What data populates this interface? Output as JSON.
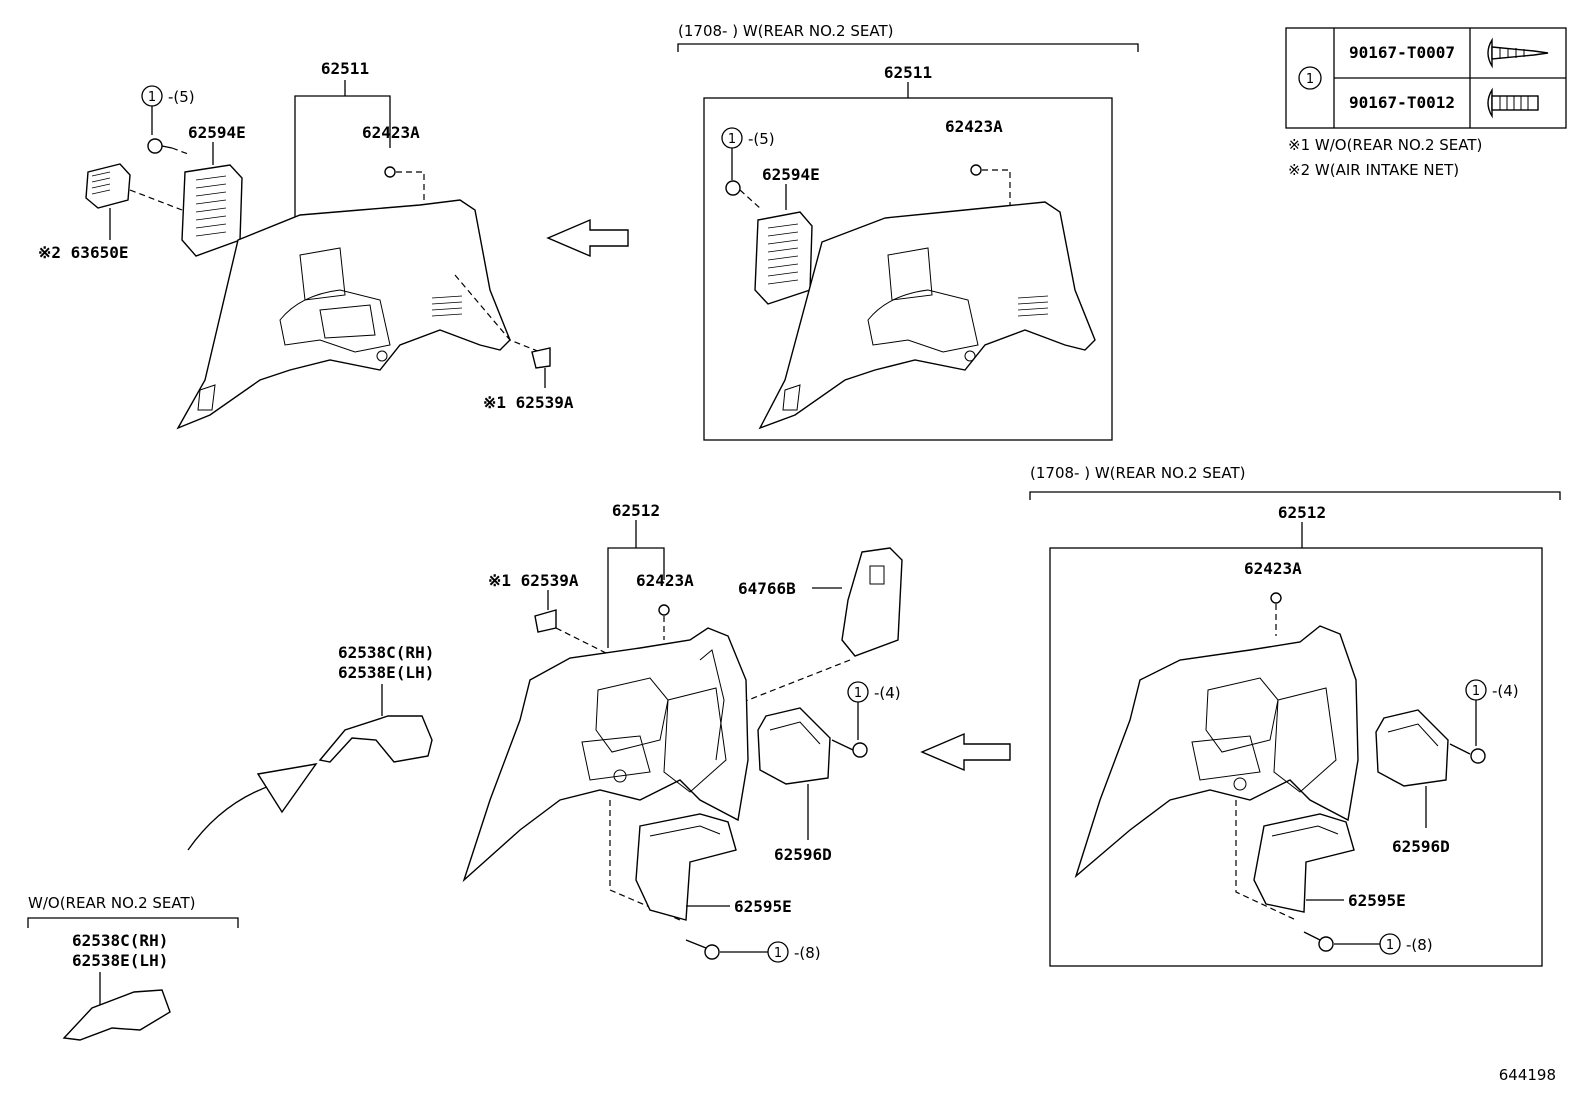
{
  "groups": {
    "top_rhs_header": "(1708-     ) W(REAR NO.2 SEAT)",
    "bottom_rhs_header": "(1708-     ) W(REAR NO.2 SEAT)",
    "bottom_lhs_header": "W/O(REAR NO.2 SEAT)"
  },
  "legend": {
    "symbol": "1",
    "rows": [
      {
        "part": "90167-T0007",
        "icon": "tapping-screw-icon"
      },
      {
        "part": "90167-T0012",
        "icon": "machine-screw-icon"
      }
    ],
    "notes": [
      "※1 W/O(REAR NO.2 SEAT)",
      "※2 W(AIR INTAKE NET)"
    ]
  },
  "labels": {
    "tl_62511": "62511",
    "tl_circ": "1",
    "tl_qty": "-(5)",
    "tl_62594E": "62594E",
    "tl_62423A": "62423A",
    "tl_63650E": "※2 63650E",
    "tl_62539A": "※1 62539A",
    "tr_62511": "62511",
    "tr_circ": "1",
    "tr_qty": "-(5)",
    "tr_62594E": "62594E",
    "tr_62423A": "62423A",
    "bm_62512": "62512",
    "bm_62539A": "※1 62539A",
    "bm_62423A": "62423A",
    "bm_64766B": "64766B",
    "bm_62538C": "62538C(RH)",
    "bm_62538E": "62538E(LH)",
    "bm_circ4": "1",
    "bm_qty4": "-(4)",
    "bm_62596D": "62596D",
    "bm_62595E": "62595E",
    "bm_circ8": "1",
    "bm_qty8": "-(8)",
    "bl_62538C": "62538C(RH)",
    "bl_62538E": "62538E(LH)",
    "br_62512": "62512",
    "br_62423A": "62423A",
    "br_circ4": "1",
    "br_qty4": "-(4)",
    "br_62596D": "62596D",
    "br_62595E": "62595E",
    "br_circ8": "1",
    "br_qty8": "-(8)"
  },
  "figure_id": "644198"
}
